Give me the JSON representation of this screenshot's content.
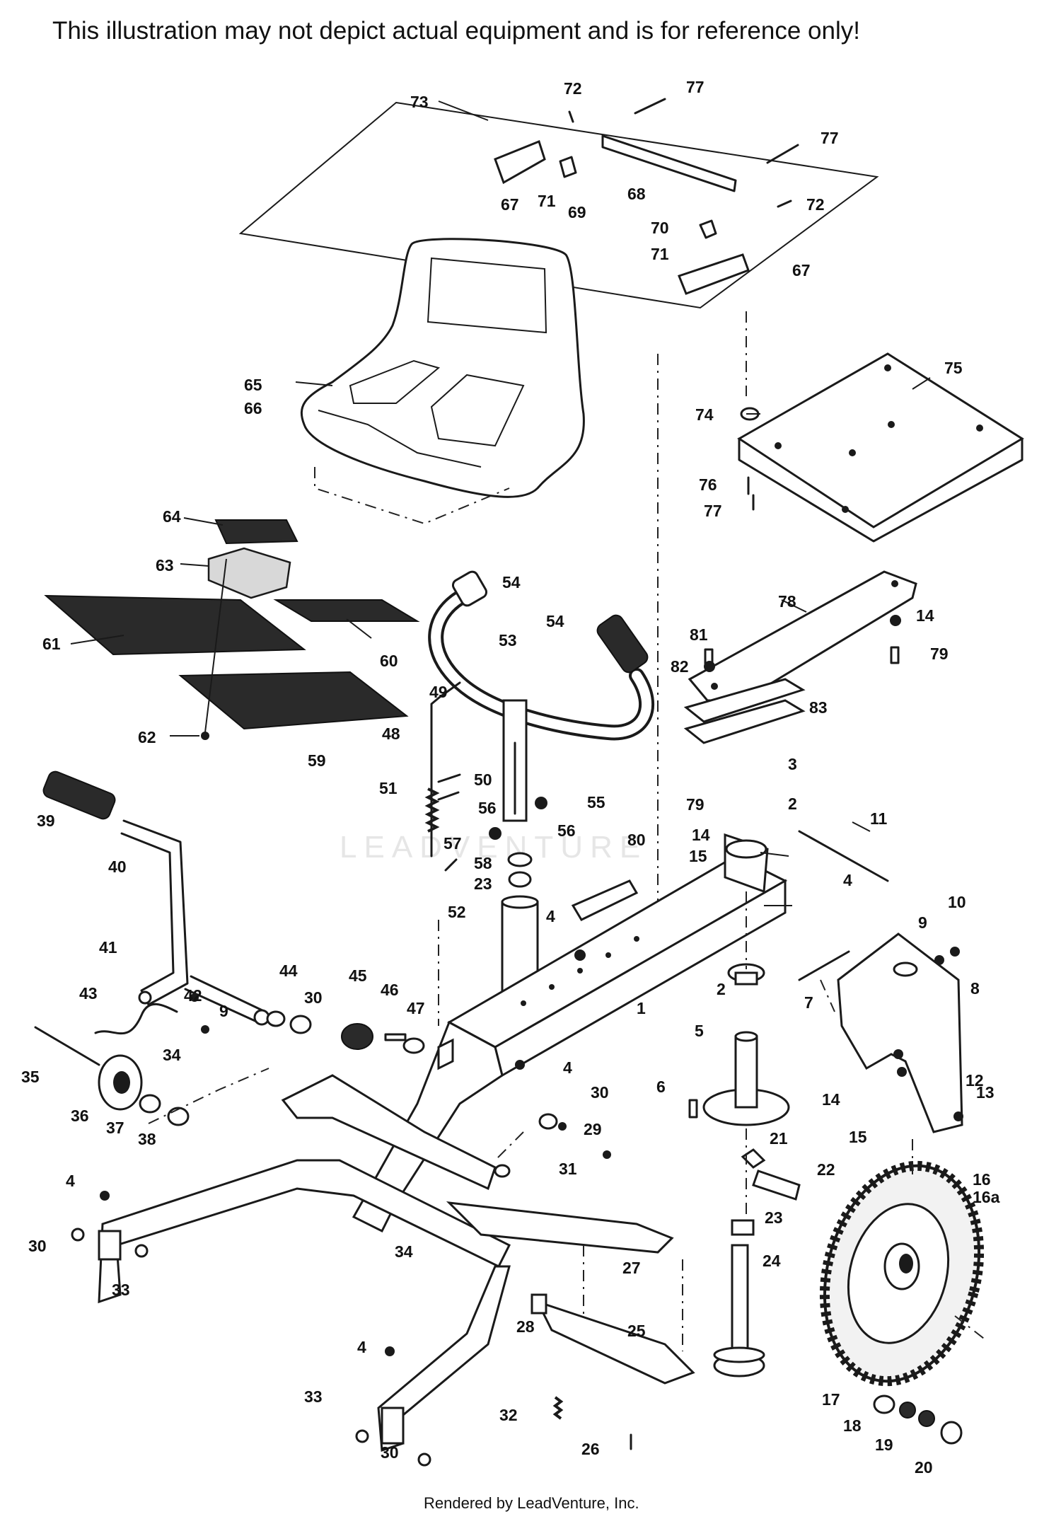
{
  "header": {
    "disclaimer": "This illustration may not depict actual equipment and is for reference only!"
  },
  "footer": {
    "credit": "Rendered by LeadVenture, Inc."
  },
  "watermark": {
    "text": "LEADVENTURE"
  },
  "callouts": {
    "c1": "1",
    "c2a": "2",
    "c2b": "2",
    "c3": "3",
    "c4a": "4",
    "c4b": "4",
    "c4c": "4",
    "c4d": "4",
    "c4e": "4",
    "c5": "5",
    "c6": "6",
    "c7": "7",
    "c8": "8",
    "c9a": "9",
    "c9b": "9",
    "c10": "10",
    "c11": "11",
    "c12": "12",
    "c13": "13",
    "c14a": "14",
    "c14b": "14",
    "c14c": "14",
    "c15a": "15",
    "c15b": "15",
    "c16": "16",
    "c16a": "16a",
    "c17": "17",
    "c18": "18",
    "c19": "19",
    "c20": "20",
    "c21": "21",
    "c22": "22",
    "c23a": "23",
    "c23b": "23",
    "c24": "24",
    "c25": "25",
    "c26": "26",
    "c27": "27",
    "c28": "28",
    "c29": "29",
    "c30a": "30",
    "c30b": "30",
    "c30c": "30",
    "c30d": "30",
    "c31": "31",
    "c32": "32",
    "c33a": "33",
    "c33b": "33",
    "c34a": "34",
    "c34b": "34",
    "c35": "35",
    "c36": "36",
    "c37": "37",
    "c38": "38",
    "c39": "39",
    "c40": "40",
    "c41": "41",
    "c42": "42",
    "c43": "43",
    "c44": "44",
    "c45": "45",
    "c46": "46",
    "c47": "47",
    "c48": "48",
    "c49": "49",
    "c50": "50",
    "c51": "51",
    "c52": "52",
    "c53": "53",
    "c54a": "54",
    "c54b": "54",
    "c55": "55",
    "c56a": "56",
    "c56b": "56",
    "c57": "57",
    "c58": "58",
    "c59": "59",
    "c60": "60",
    "c61": "61",
    "c62": "62",
    "c63": "63",
    "c64": "64",
    "c65": "65",
    "c66": "66",
    "c67a": "67",
    "c67b": "67",
    "c68": "68",
    "c69": "69",
    "c70": "70",
    "c71a": "71",
    "c71b": "71",
    "c72a": "72",
    "c72b": "72",
    "c73": "73",
    "c74": "74",
    "c75": "75",
    "c76": "76",
    "c77a": "77",
    "c77b": "77",
    "c77c": "77",
    "c78": "78",
    "c79a": "79",
    "c79b": "79",
    "c80": "80",
    "c81": "81",
    "c82": "82",
    "c83": "83"
  }
}
